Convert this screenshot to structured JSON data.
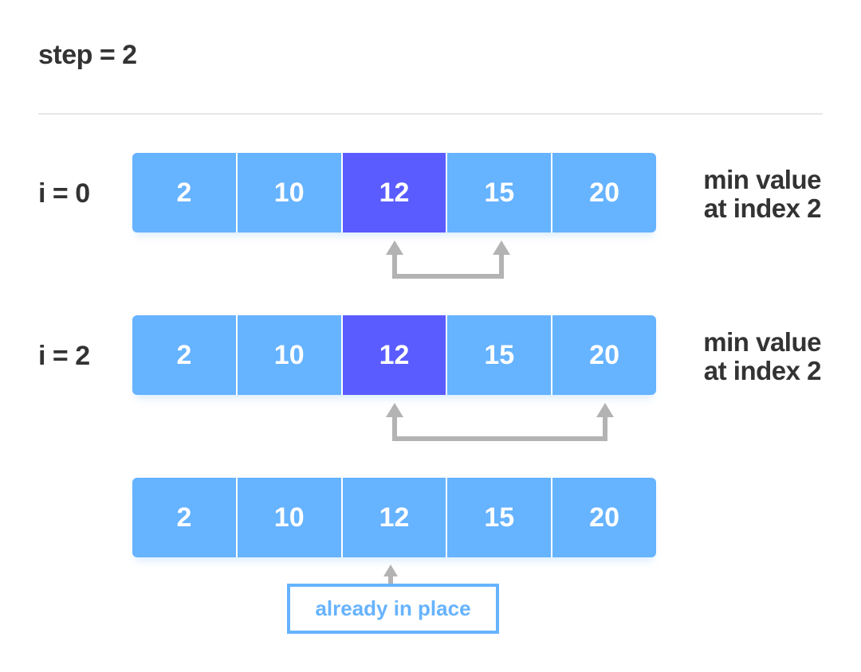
{
  "title": "step = 2",
  "rows": [
    {
      "label": "i = 0",
      "values": [
        "2",
        "10",
        "12",
        "15",
        "20"
      ],
      "highlight_index": 2,
      "note_line1": "min value",
      "note_line2": "at index 2"
    },
    {
      "label": "i = 2",
      "values": [
        "2",
        "10",
        "12",
        "15",
        "20"
      ],
      "highlight_index": 2,
      "note_line1": "min value",
      "note_line2": "at index 2"
    },
    {
      "label": "",
      "values": [
        "2",
        "10",
        "12",
        "15",
        "20"
      ],
      "highlight_index": null
    }
  ],
  "callout": "already in place",
  "colors": {
    "cell": "#66b3ff",
    "highlight": "#5a5cff",
    "arrow": "#b3b3b3",
    "text": "#333333"
  }
}
